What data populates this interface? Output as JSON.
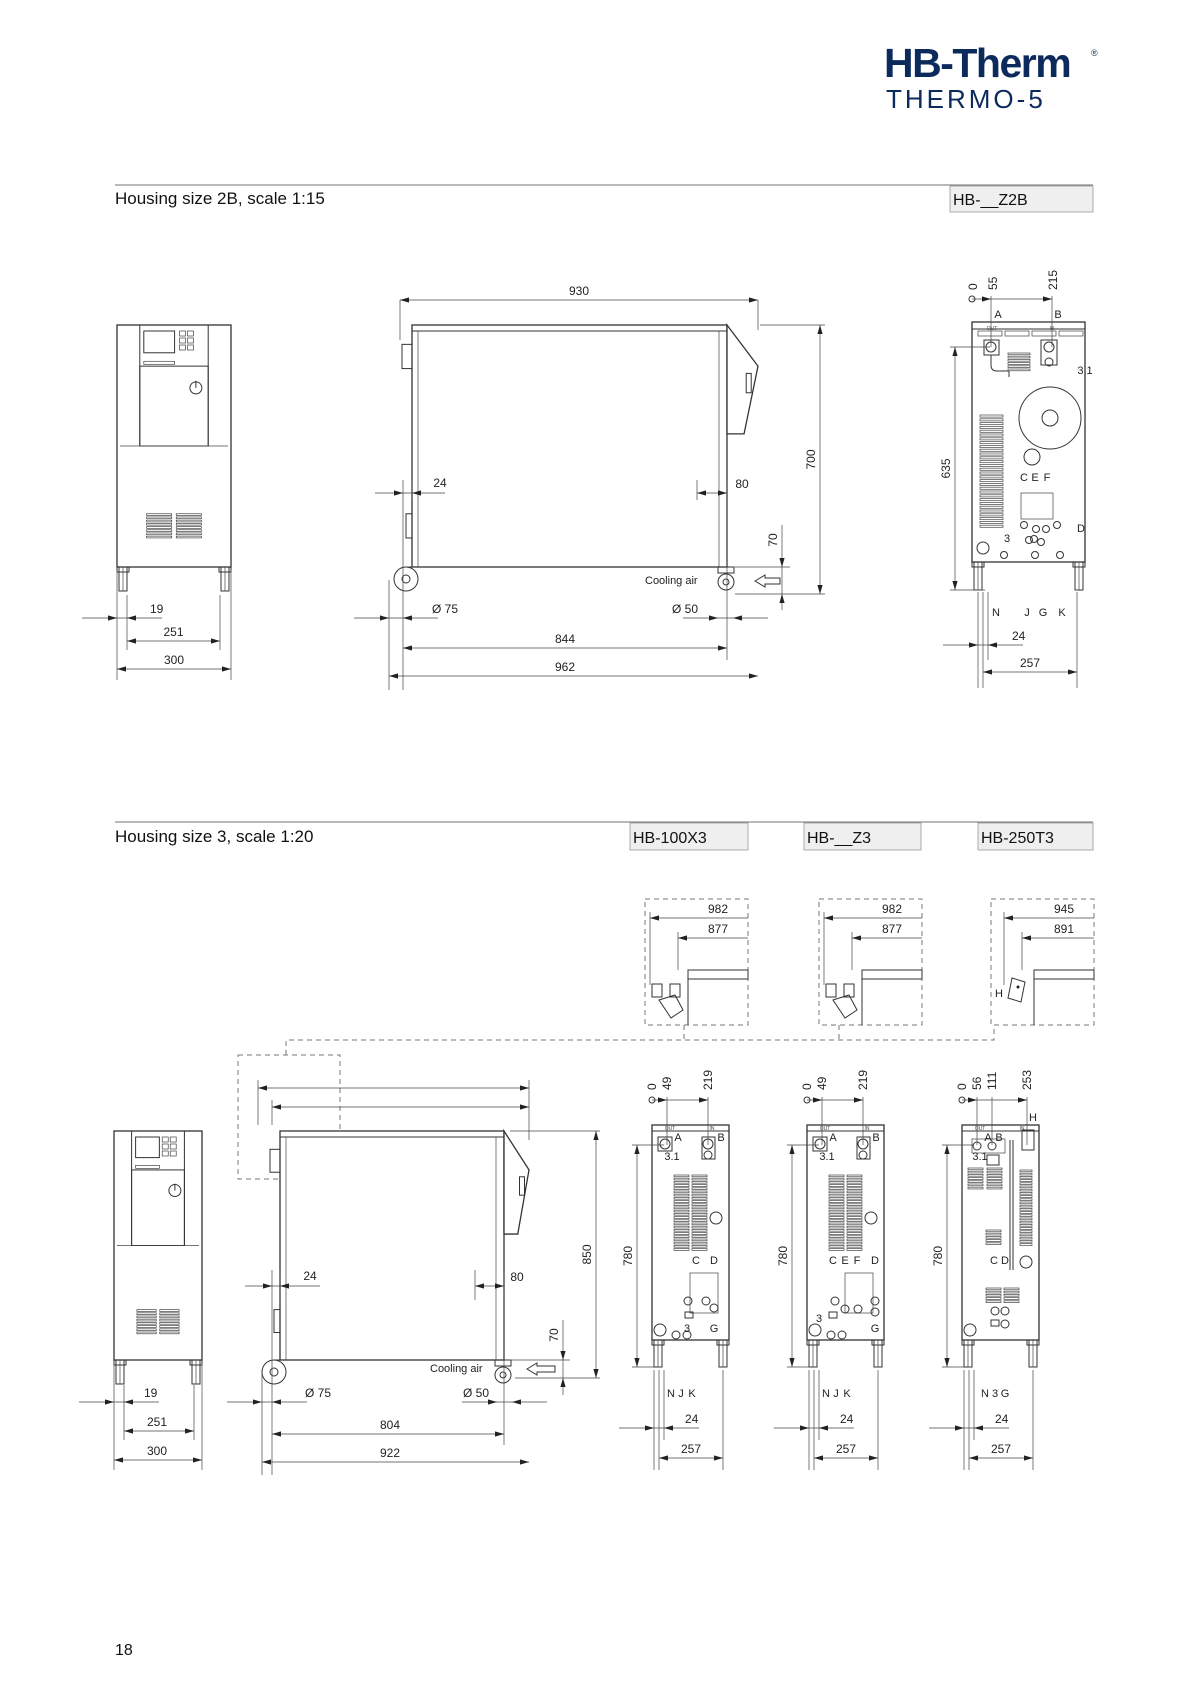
{
  "logo": {
    "brand": "HB-Therm",
    "registered": "®",
    "product": "THERMO-5"
  },
  "sections": [
    {
      "title": "Housing size 2B, scale 1:15",
      "models": [
        "HB-__Z2B"
      ]
    },
    {
      "title": "Housing size 3, scale 1:20",
      "models": [
        "HB-100X3",
        "HB-__Z3",
        "HB-250T3"
      ]
    }
  ],
  "size2b": {
    "front": {
      "d19": "19",
      "d251": "251",
      "d300": "300"
    },
    "side": {
      "d930": "930",
      "d700": "700",
      "d24": "24",
      "d80": "80",
      "d70": "70",
      "cooling_air": "Cooling air",
      "wheel_front": "Ø 75",
      "wheel_rear": "Ø 50",
      "d844": "844",
      "d962": "962"
    },
    "rear": {
      "x0": "0",
      "x55": "55",
      "x215": "215",
      "d635": "635",
      "d24": "24",
      "d257": "257",
      "out": "OUT",
      "in": "IN",
      "connectors": [
        "A",
        "B",
        "3.1",
        "C",
        "E",
        "F",
        "D",
        "3",
        "N",
        "J",
        "G",
        "K"
      ]
    }
  },
  "size3": {
    "front": {
      "d19": "19",
      "d251": "251",
      "d300": "300"
    },
    "side": {
      "d24": "24",
      "d80": "80",
      "d850": "850",
      "d70": "70",
      "cooling_air": "Cooling air",
      "wheel_front": "Ø 75",
      "wheel_rear": "Ø 50",
      "d804": "804",
      "d922": "922"
    },
    "details": [
      {
        "outer": "982",
        "inner": "877"
      },
      {
        "outer": "982",
        "inner": "877"
      },
      {
        "outer": "945",
        "inner": "891",
        "connector": "H"
      }
    ],
    "rear": [
      {
        "top": [
          "0",
          "49",
          "219"
        ],
        "d780": "780",
        "d24": "24",
        "d257": "257",
        "out": "OUT",
        "in": "IN",
        "connectors": [
          "A",
          "B",
          "3.1",
          "C",
          "D",
          "3",
          "G",
          "N",
          "J",
          "K"
        ]
      },
      {
        "top": [
          "0",
          "49",
          "219"
        ],
        "d780": "780",
        "d24": "24",
        "d257": "257",
        "out": "OUT",
        "in": "IN",
        "connectors": [
          "A",
          "B",
          "3.1",
          "C",
          "E",
          "F",
          "D",
          "3",
          "G",
          "N",
          "J",
          "K"
        ]
      },
      {
        "top": [
          "0",
          "56",
          "111",
          "253"
        ],
        "d780": "780",
        "d24": "24",
        "d257": "257",
        "out": "OUT",
        "in": "IN",
        "connectors": [
          "A",
          "B",
          "H",
          "3.1",
          "C",
          "D",
          "N",
          "3",
          "G"
        ]
      }
    ]
  },
  "page_number": "18"
}
